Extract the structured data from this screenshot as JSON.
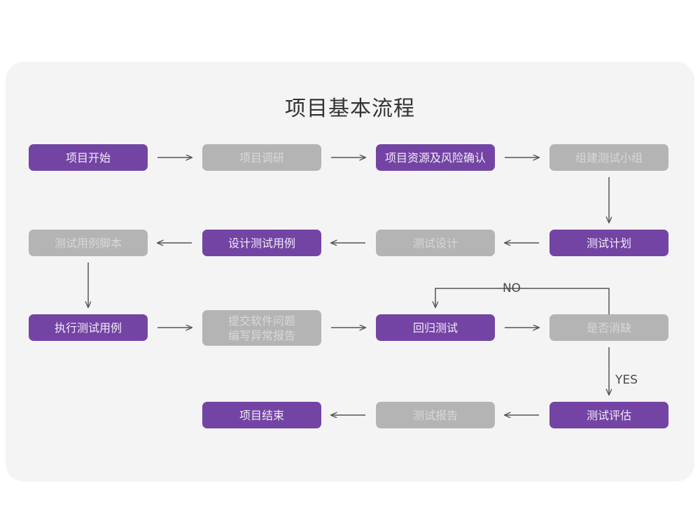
{
  "page": {
    "title": "项目基本流程",
    "background_color": "#ffffff",
    "card_color": "#f4f4f4",
    "accent_purple": "#7344a4",
    "muted_gray": "#b4b4b4",
    "arrow_color": "#555555"
  },
  "flow": {
    "nodes": [
      {
        "id": "n1",
        "label": "项目开始",
        "style": "purple",
        "row": 1
      },
      {
        "id": "n2",
        "label": "项目调研",
        "style": "gray",
        "row": 1
      },
      {
        "id": "n3",
        "label": "项目资源及风险确认",
        "style": "purple",
        "row": 1
      },
      {
        "id": "n4",
        "label": "组建测试小组",
        "style": "gray",
        "row": 1
      },
      {
        "id": "n5",
        "label": "测试用例脚本",
        "style": "gray",
        "row": 2
      },
      {
        "id": "n6",
        "label": "设计测试用例",
        "style": "purple",
        "row": 2
      },
      {
        "id": "n7",
        "label": "测试设计",
        "style": "gray",
        "row": 2
      },
      {
        "id": "n8",
        "label": "测试计划",
        "style": "purple",
        "row": 2
      },
      {
        "id": "n9",
        "label": "执行测试用例",
        "style": "purple",
        "row": 3
      },
      {
        "id": "n10",
        "label_line1": "提交软件问题",
        "label_line2": "编写异常报告",
        "style": "gray",
        "row": 3
      },
      {
        "id": "n11",
        "label": "回归测试",
        "style": "purple",
        "row": 3
      },
      {
        "id": "n12",
        "label": "是否消缺",
        "style": "gray",
        "row": 3
      },
      {
        "id": "n13",
        "label": "项目结束",
        "style": "purple",
        "row": 4
      },
      {
        "id": "n14",
        "label": "测试报告",
        "style": "gray",
        "row": 4
      },
      {
        "id": "n15",
        "label": "测试评估",
        "style": "purple",
        "row": 4
      }
    ],
    "edge_labels": {
      "no": "NO",
      "yes": "YES"
    }
  }
}
